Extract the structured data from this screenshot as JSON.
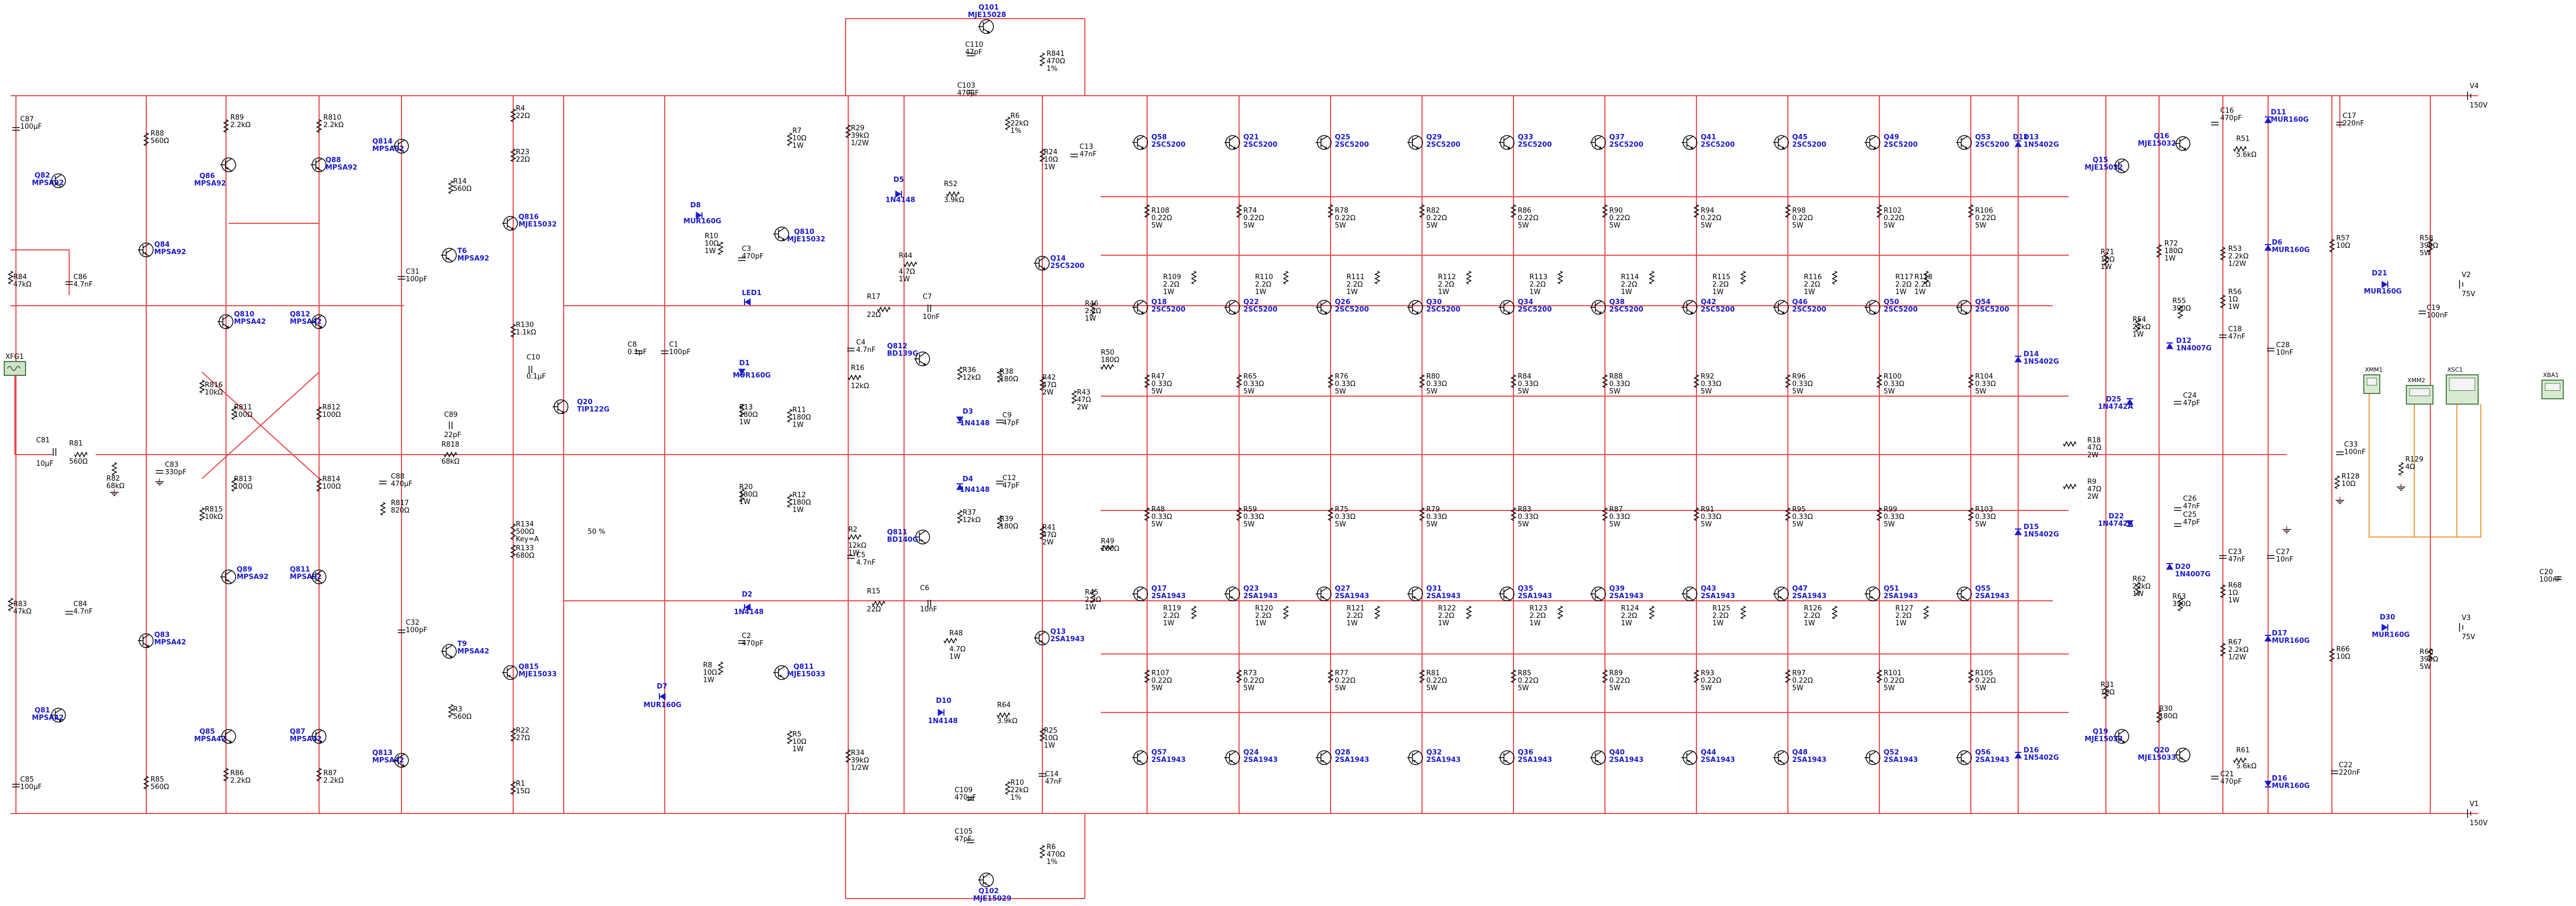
{
  "transistors_top": [
    {
      "name": "Q58",
      "part": "2SC5200"
    },
    {
      "name": "Q21",
      "part": "2SC5200"
    },
    {
      "name": "Q25",
      "part": "2SC5200"
    },
    {
      "name": "Q29",
      "part": "2SC5200"
    },
    {
      "name": "Q33",
      "part": "2SC5200"
    },
    {
      "name": "Q37",
      "part": "2SC5200"
    },
    {
      "name": "Q41",
      "part": "2SC5200"
    },
    {
      "name": "Q45",
      "part": "2SC5200"
    },
    {
      "name": "Q49",
      "part": "2SC5200"
    },
    {
      "name": "Q53",
      "part": "2SC5200"
    }
  ],
  "transistors_row2": [
    {
      "name": "Q18",
      "part": "2SC5200"
    },
    {
      "name": "Q22",
      "part": "2SC5200"
    },
    {
      "name": "Q26",
      "part": "2SC5200"
    },
    {
      "name": "Q30",
      "part": "2SC5200"
    },
    {
      "name": "Q34",
      "part": "2SC5200"
    },
    {
      "name": "Q38",
      "part": "2SC5200"
    },
    {
      "name": "Q42",
      "part": "2SC5200"
    },
    {
      "name": "Q46",
      "part": "2SC5200"
    },
    {
      "name": "Q50",
      "part": "2SC5200"
    },
    {
      "name": "Q54",
      "part": "2SC5200"
    }
  ],
  "transistors_row3": [
    {
      "name": "Q17",
      "part": "2SA1943"
    },
    {
      "name": "Q23",
      "part": "2SA1943"
    },
    {
      "name": "Q27",
      "part": "2SA1943"
    },
    {
      "name": "Q31",
      "part": "2SA1943"
    },
    {
      "name": "Q35",
      "part": "2SA1943"
    },
    {
      "name": "Q39",
      "part": "2SA1943"
    },
    {
      "name": "Q43",
      "part": "2SA1943"
    },
    {
      "name": "Q47",
      "part": "2SA1943"
    },
    {
      "name": "Q51",
      "part": "2SA1943"
    },
    {
      "name": "Q55",
      "part": "2SA1943"
    }
  ],
  "transistors_bottom": [
    {
      "name": "Q57",
      "part": "2SA1943"
    },
    {
      "name": "Q24",
      "part": "2SA1943"
    },
    {
      "name": "Q28",
      "part": "2SA1943"
    },
    {
      "name": "Q32",
      "part": "2SA1943"
    },
    {
      "name": "Q36",
      "part": "2SA1943"
    },
    {
      "name": "Q40",
      "part": "2SA1943"
    },
    {
      "name": "Q44",
      "part": "2SA1943"
    },
    {
      "name": "Q48",
      "part": "2SA1943"
    },
    {
      "name": "Q52",
      "part": "2SA1943"
    },
    {
      "name": "Q56",
      "part": "2SA1943"
    }
  ],
  "res_top": [
    {
      "name": "R108",
      "val": "0.22Ω",
      "w": "5W"
    },
    {
      "name": "R74",
      "val": "0.22Ω",
      "w": "5W"
    },
    {
      "name": "R78",
      "val": "0.22Ω",
      "w": "5W"
    },
    {
      "name": "R82",
      "val": "0.22Ω",
      "w": "5W"
    },
    {
      "name": "R86",
      "val": "0.22Ω",
      "w": "5W"
    },
    {
      "name": "R90",
      "val": "0.22Ω",
      "w": "5W"
    },
    {
      "name": "R94",
      "val": "0.22Ω",
      "w": "5W"
    },
    {
      "name": "R98",
      "val": "0.22Ω",
      "w": "5W"
    },
    {
      "name": "R102",
      "val": "0.22Ω",
      "w": "5W"
    },
    {
      "name": "R106",
      "val": "0.22Ω",
      "w": "5W"
    }
  ],
  "res_row2b": [
    {
      "name": "R109",
      "val": "2.2Ω",
      "w": "1W"
    },
    {
      "name": "R110",
      "val": "2.2Ω",
      "w": "1W"
    },
    {
      "name": "R111",
      "val": "2.2Ω",
      "w": "1W"
    },
    {
      "name": "R112",
      "val": "2.2Ω",
      "w": "1W"
    },
    {
      "name": "R113",
      "val": "2.2Ω",
      "w": "1W"
    },
    {
      "name": "R114",
      "val": "2.2Ω",
      "w": "1W"
    },
    {
      "name": "R115",
      "val": "2.2Ω",
      "w": "1W"
    },
    {
      "name": "R116",
      "val": "2.2Ω",
      "w": "1W"
    },
    {
      "name": "R117",
      "val": "2.2Ω",
      "w": "1W"
    },
    {
      "name": "R118",
      "val": "2.2Ω",
      "w": "1W"
    }
  ],
  "res_mid1": [
    {
      "name": "R47",
      "val": "0.33Ω",
      "w": "5W"
    },
    {
      "name": "R65",
      "val": "0.33Ω",
      "w": "5W"
    },
    {
      "name": "R76",
      "val": "0.33Ω",
      "w": "5W"
    },
    {
      "name": "R80",
      "val": "0.33Ω",
      "w": "5W"
    },
    {
      "name": "R84",
      "val": "0.33Ω",
      "w": "5W"
    },
    {
      "name": "R88",
      "val": "0.33Ω",
      "w": "5W"
    },
    {
      "name": "R92",
      "val": "0.33Ω",
      "w": "5W"
    },
    {
      "name": "R96",
      "val": "0.33Ω",
      "w": "5W"
    },
    {
      "name": "R100",
      "val": "0.33Ω",
      "w": "5W"
    },
    {
      "name": "R104",
      "val": "0.33Ω",
      "w": "5W"
    }
  ],
  "res_mid2": [
    {
      "name": "R48",
      "val": "0.33Ω",
      "w": "5W"
    },
    {
      "name": "R59",
      "val": "0.33Ω",
      "w": "5W"
    },
    {
      "name": "R75",
      "val": "0.33Ω",
      "w": "5W"
    },
    {
      "name": "R79",
      "val": "0.33Ω",
      "w": "5W"
    },
    {
      "name": "R83",
      "val": "0.33Ω",
      "w": "5W"
    },
    {
      "name": "R87",
      "val": "0.33Ω",
      "w": "5W"
    },
    {
      "name": "R91",
      "val": "0.33Ω",
      "w": "5W"
    },
    {
      "name": "R95",
      "val": "0.33Ω",
      "w": "5W"
    },
    {
      "name": "R99",
      "val": "0.33Ω",
      "w": "5W"
    },
    {
      "name": "R103",
      "val": "0.33Ω",
      "w": "5W"
    }
  ],
  "res_row3b": [
    {
      "name": "R119",
      "val": "2.2Ω",
      "w": "1W"
    },
    {
      "name": "R120",
      "val": "2.2Ω",
      "w": "1W"
    },
    {
      "name": "R121",
      "val": "2.2Ω",
      "w": "1W"
    },
    {
      "name": "R122",
      "val": "2.2Ω",
      "w": "1W"
    },
    {
      "name": "R123",
      "val": "2.2Ω",
      "w": "1W"
    },
    {
      "name": "R124",
      "val": "2.2Ω",
      "w": "1W"
    },
    {
      "name": "R125",
      "val": "2.2Ω",
      "w": "1W"
    },
    {
      "name": "R126",
      "val": "2.2Ω",
      "w": "1W"
    },
    {
      "name": "R127",
      "val": "2.2Ω",
      "w": "1W"
    }
  ],
  "res_bottom": [
    {
      "name": "R107",
      "val": "0.22Ω",
      "w": "5W"
    },
    {
      "name": "R73",
      "val": "0.22Ω",
      "w": "5W"
    },
    {
      "name": "R77",
      "val": "0.22Ω",
      "w": "5W"
    },
    {
      "name": "R81",
      "val": "0.22Ω",
      "w": "5W"
    },
    {
      "name": "R85",
      "val": "0.22Ω",
      "w": "5W"
    },
    {
      "name": "R89",
      "val": "0.22Ω",
      "w": "5W"
    },
    {
      "name": "R93",
      "val": "0.22Ω",
      "w": "5W"
    },
    {
      "name": "R97",
      "val": "0.22Ω",
      "w": "5W"
    },
    {
      "name": "R101",
      "val": "0.22Ω",
      "w": "5W"
    },
    {
      "name": "R105",
      "val": "0.22Ω",
      "w": "5W"
    }
  ],
  "diodes_right": [
    {
      "name": "D13",
      "part": "1N5402G"
    },
    {
      "name": "D14",
      "part": "1N5402G"
    },
    {
      "name": "D15",
      "part": "1N5402G"
    },
    {
      "name": "D16",
      "part": "1N5402G"
    }
  ],
  "left_parts": {
    "C87": "C87",
    "C87v": "100μF",
    "R88": "R88",
    "R88v": "560Ω",
    "Q82": "Q82",
    "Q82p": "MPSA92",
    "Q84": "Q84",
    "Q84p": "MPSA92",
    "R84": "R84",
    "R84v": "47kΩ",
    "C86": "C86",
    "C86v": "4.7nF",
    "XFG1": "XFG1",
    "C81": "C81",
    "C81v": "10μF",
    "R81": "R81",
    "R81v": "560Ω",
    "R82": "R82",
    "R82v": "68kΩ",
    "C83": "C83",
    "C83v": "330pF",
    "R83": "R83",
    "R83v": "47kΩ",
    "C84": "C84",
    "C84v": "4.7nF",
    "Q81": "Q81",
    "Q81p": "MPSA42",
    "Q83": "Q83",
    "Q83p": "MPSA42",
    "C85": "C85",
    "C85v": "100μF",
    "R85": "R85",
    "R85v": "560Ω",
    "R89": "R89",
    "R89v": "2.2kΩ",
    "R810": "R810",
    "R810v": "2.2kΩ",
    "Q86": "Q86",
    "Q86p": "MPSA92",
    "Q88": "Q88",
    "Q88p": "MPSA92",
    "Q810": "Q810",
    "Q810p": "MPSA42",
    "Q812": "Q812",
    "Q812p": "MPSA42",
    "R816": "R816",
    "R816v": "10kΩ",
    "R811": "R811",
    "R811v": "100Ω",
    "R812": "R812",
    "R812v": "100Ω",
    "R813": "R813",
    "R813v": "100Ω",
    "R814": "R814",
    "R814v": "100Ω",
    "R815": "R815",
    "R815v": "10kΩ",
    "Q89": "Q89",
    "Q89p": "MPSA92",
    "Q811": "Q811",
    "Q811p": "MPSA92",
    "Q85": "Q85",
    "Q85p": "MPSA42",
    "Q87": "Q87",
    "Q87p": "MPSA42",
    "R86": "R86",
    "R86v": "2.2kΩ",
    "R87": "R87",
    "R87v": "2.2kΩ"
  },
  "center_parts": {
    "Q814": "Q814",
    "Q814p": "MPSA92",
    "R4": "R4",
    "R4v": "22Ω",
    "R23": "R23",
    "R23v": "22Ω",
    "R14": "R14",
    "R14v": "560Ω",
    "Q816": "Q816",
    "Q816p": "MJE15032",
    "T6": "T6",
    "T6p": "MPSA92",
    "C31": "C31",
    "C31v": "100pF",
    "R130": "R130",
    "R130v": "1.1kΩ",
    "C10": "C10",
    "C10v": "0.1μF",
    "C8": "C8",
    "C8v": "0.1μF",
    "C1": "C1",
    "C1v": "100pF",
    "Q20": "Q20",
    "Q20p": "TIP122G",
    "C89": "C89",
    "C89v": "22pF",
    "R818": "R818",
    "R818v": "68kΩ",
    "C88": "C88",
    "C88v": "470μF",
    "R817": "R817",
    "R817v": "820Ω",
    "R134": "R134",
    "R134v": "500Ω",
    "R134k": "Key=A",
    "R134p": "50 %",
    "R133": "R133",
    "R133v": "680Ω",
    "C32": "C32",
    "C32v": "100pF",
    "T9": "T9",
    "T9p": "MPSA42",
    "R3": "R3",
    "R3v": "560Ω",
    "Q815": "Q815",
    "Q815p": "MJE15033",
    "Q813": "Q813",
    "Q813p": "MPSA42",
    "R22": "R22",
    "R22v": "27Ω",
    "R1": "R1",
    "R1v": "15Ω",
    "D8": "D8",
    "D8p": "MUR160G",
    "R10": "R10",
    "R10v": "10Ω",
    "R10w": "1W",
    "C3": "C3",
    "C3v": "470pF",
    "Q810b": "Q810",
    "Q810bp": "MJE15032",
    "LED1": "LED1",
    "R7": "R7",
    "R7v": "10Ω",
    "R7w": "1W",
    "R29": "R29",
    "R29v": "39kΩ",
    "R29w": "1/2W",
    "D5": "D5",
    "D5p": "1N4148",
    "R52": "R52",
    "R52v": "3.9kΩ",
    "R17": "R17",
    "R17v": "22Ω",
    "C7": "C7",
    "C7v": "10nF",
    "C4": "C4",
    "C4v": "4.7nF",
    "R16": "R16",
    "R16v": "12kΩ",
    "D1": "D1",
    "D1p": "MUR160G",
    "R13": "R13",
    "R13v": "180Ω",
    "R13w": "1W",
    "R11": "R11",
    "R11v": "180Ω",
    "R11w": "1W",
    "Q812b": "Q812",
    "Q812bp": "BD139G",
    "R36": "R36",
    "R36v": "12kΩ",
    "D3": "D3",
    "D3p": "1N4148",
    "D4": "D4",
    "D4p": "1N4148",
    "R37": "R37",
    "R37v": "12kΩ",
    "R20": "R20",
    "R20v": "180Ω",
    "R20w": "1W",
    "R12": "R12",
    "R12v": "180Ω",
    "R12w": "1W",
    "R2": "R2",
    "R2v": "12kΩ",
    "R2w": "1W",
    "C5": "C5",
    "C5v": "4.7nF",
    "Q811b": "Q811",
    "Q811bp": "BD140G",
    "R15": "R15",
    "R15v": "22Ω",
    "C6": "C6",
    "C6v": "10nF",
    "D2": "D2",
    "D2p": "1N4148",
    "C2": "C2",
    "C2v": "470pF",
    "R8": "R8",
    "R8v": "10Ω",
    "R8w": "1W",
    "Q811c": "Q811",
    "Q811cp": "MJE15033",
    "D7": "D7",
    "D7p": "MUR160G",
    "R5": "R5",
    "R5v": "10Ω",
    "R5w": "1W",
    "R34": "R34",
    "R34v": "39kΩ",
    "R34w": "1/2W",
    "D10": "D10",
    "D10p": "1N4148",
    "R64": "R64",
    "R64v": "3.9kΩ",
    "Q101": "Q101",
    "Q101p": "MJE15028",
    "C110": "C110",
    "C110v": "47pF",
    "C103": "C103",
    "C103v": "470μF",
    "R841": "R841",
    "R841v": "470Ω",
    "R841w": "1%",
    "R6b": "R6",
    "R6bv": "22kΩ",
    "R6bw": "1%",
    "R24": "R24",
    "R24v": "10Ω",
    "R24w": "1W",
    "C13": "C13",
    "C13v": "47nF",
    "Q14": "Q14",
    "Q14p": "2SC5200",
    "R44": "R44",
    "R44v": "4.7Ω",
    "R44w": "1W",
    "R46": "R46",
    "R46v": "2.2Ω",
    "R46w": "1W",
    "R50": "R50",
    "R50v": "180Ω",
    "R38": "R38",
    "R38v": "180Ω",
    "R42": "R42",
    "R42v": "47Ω",
    "R42w": "2W",
    "R43": "R43",
    "R43v": "47Ω",
    "R43w": "2W",
    "C9": "C9",
    "C9v": "47pF",
    "C12": "C12",
    "C12v": "47pF",
    "R41": "R41",
    "R41v": "47Ω",
    "R41w": "2W",
    "R39": "R39",
    "R39v": "180Ω",
    "R49": "R49",
    "R49v": "180Ω",
    "R45": "R45",
    "R45v": "2.2Ω",
    "R45w": "1W",
    "Q13": "Q13",
    "Q13p": "2SA1943",
    "R48b": "R48",
    "R48bv": "4.7Ω",
    "R48bw": "1W",
    "R25": "R25",
    "R25v": "10Ω",
    "R25w": "1W",
    "C14": "C14",
    "C14v": "47nF",
    "C109": "C109",
    "C109v": "470μF",
    "C105": "C105",
    "C105v": "47pF",
    "R10b": "R10",
    "R10bv": "22kΩ",
    "R10bw": "1%",
    "R6": "R6",
    "R6v": "470Ω",
    "R6w": "1%",
    "Q102": "Q102",
    "Q102p": "MJE15029"
  },
  "right_parts": {
    "D11": "D11",
    "D11p": "1N5402G",
    "Q15": "Q15",
    "Q15p": "MJE15032",
    "Q16": "Q16",
    "Q16p": "MJE15032",
    "C16": "C16",
    "C16v": "470pF",
    "D11b": "D11",
    "D11bp": "MUR160G",
    "R51": "R51",
    "R51v": "5.6kΩ",
    "C17": "C17",
    "C17v": "220nF",
    "V4": "V4",
    "V4v": "150V",
    "R71": "R71",
    "R71v": "10Ω",
    "R71w": "1W",
    "R72": "R72",
    "R72v": "180Ω",
    "R72w": "1W",
    "R53": "R53",
    "R53v": "2.2kΩ",
    "R53w": "1/2W",
    "D6": "D6",
    "D6p": "MUR160G",
    "R57": "R57",
    "R57v": "10Ω",
    "R58": "R58",
    "R58v": "390Ω",
    "R58w": "5W",
    "D21": "D21",
    "D21p": "MUR160G",
    "V2": "V2",
    "V2v": "75V",
    "C19": "C19",
    "C19v": "100nF",
    "R55": "R55",
    "R55v": "390Ω",
    "R56": "R56",
    "R56v": "1Ω",
    "R56w": "1W",
    "R54": "R54",
    "R54v": "22kΩ",
    "R54w": "1W",
    "D12": "D12",
    "D12p": "1N4007G",
    "C18": "C18",
    "C18v": "47nF",
    "C28": "C28",
    "C28v": "10nF",
    "D25": "D25",
    "D25p": "1N4742A",
    "C24": "C24",
    "C24v": "47pF",
    "XMM1": "XMM1",
    "XMM2": "XMM2",
    "XSC1": "XSC1",
    "XBA1": "XBA1",
    "R18": "R18",
    "R18v": "47Ω",
    "R18w": "2W",
    "R9": "R9",
    "R9v": "47Ω",
    "R9w": "2W",
    "C33": "C33",
    "C33v": "100nF",
    "R128": "R128",
    "R128v": "10Ω",
    "R129": "R129",
    "R129v": "4Ω",
    "C26": "C26",
    "C26v": "47nF",
    "D22": "D22",
    "D22p": "1N4742A",
    "C25": "C25",
    "C25v": "47pF",
    "R62": "R62",
    "R62v": "22kΩ",
    "R62w": "1W",
    "C23": "C23",
    "C23v": "47nF",
    "D20": "D20",
    "D20p": "1N4007G",
    "R63": "R63",
    "R63v": "390Ω",
    "R68": "R68",
    "R68v": "1Ω",
    "R68w": "1W",
    "C27": "C27",
    "C27v": "10nF",
    "R67": "R67",
    "R67v": "2.2kΩ",
    "R67w": "1/2W",
    "D17": "D17",
    "D17p": "MUR160G",
    "R66": "R66",
    "R66v": "10Ω",
    "R60": "R60",
    "R60v": "390Ω",
    "R60w": "5W",
    "D30": "D30",
    "D30p": "MUR160G",
    "V3": "V3",
    "V3v": "75V",
    "C20": "C20",
    "C20v": "100nF",
    "R31": "R31",
    "R31v": "10Ω",
    "R30": "R30",
    "R30v": "180Ω",
    "Q19": "Q19",
    "Q19p": "MJE15033",
    "Q20b": "Q20",
    "Q20bp": "MJE15033",
    "C21": "C21",
    "C21v": "470pF",
    "R61": "R61",
    "R61v": "5.6kΩ",
    "D16b": "D16",
    "D16bp": "MUR160G",
    "C22": "C22",
    "C22v": "220nF",
    "V1": "V1",
    "V1v": "150V"
  }
}
